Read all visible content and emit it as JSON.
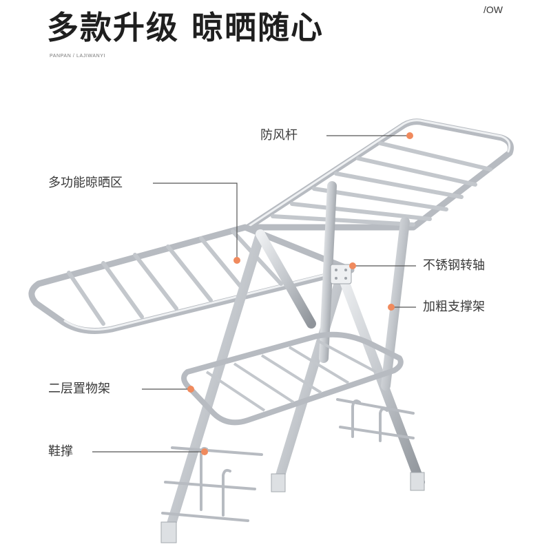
{
  "header": {
    "title": "多款升级 晾晒随心",
    "corner_tag": "/OW",
    "sub_caption": "PANPAN / LAJIWANYI"
  },
  "callouts": {
    "windproof_bar": "防风杆",
    "drying_area": "多功能晾晒区",
    "stainless_hinge": "不锈钢转轴",
    "thick_support": "加粗支撑架",
    "second_shelf": "二层置物架",
    "shoe_rack": "鞋撑"
  },
  "colors": {
    "accent": "#f08a5d",
    "metal": "#c9ccd1",
    "metal_dark": "#9ea3a9",
    "title": "#1f1f1f"
  }
}
